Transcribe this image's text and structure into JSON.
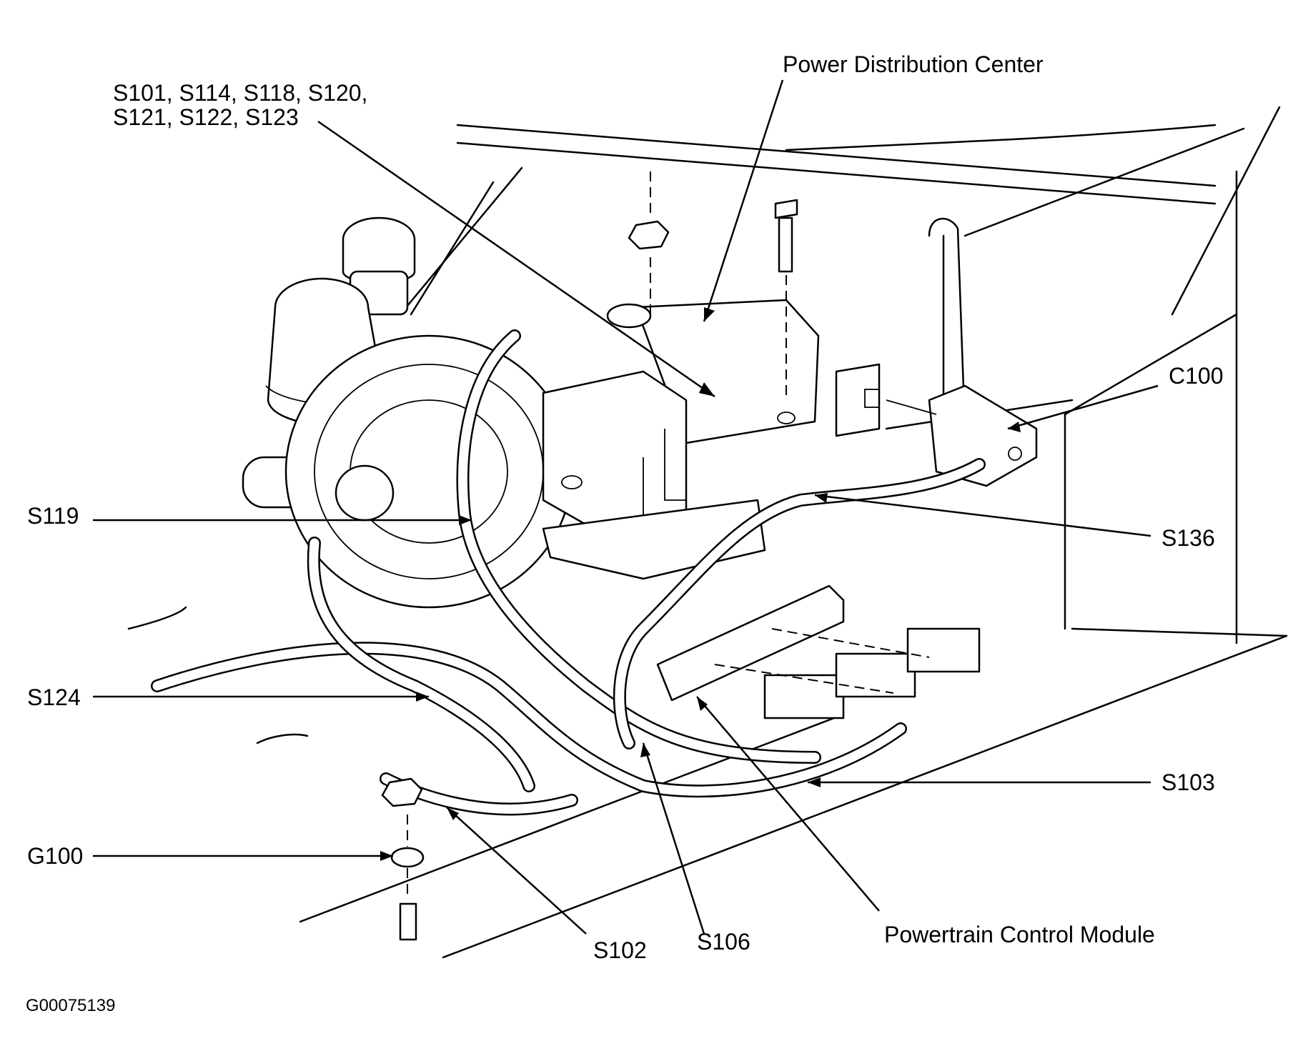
{
  "labels": {
    "splices_top_line1": "S101, S114, S118, S120,",
    "splices_top_line2": "S121, S122, S123",
    "power_distribution_center": "Power Distribution Center",
    "c100": "C100",
    "s119": "S119",
    "s136": "S136",
    "s124": "S124",
    "s103": "S103",
    "g100": "G100",
    "s102": "S102",
    "s106": "S106",
    "powertrain_control_module": "Powertrain Control Module"
  },
  "figure_id": "G00075139"
}
